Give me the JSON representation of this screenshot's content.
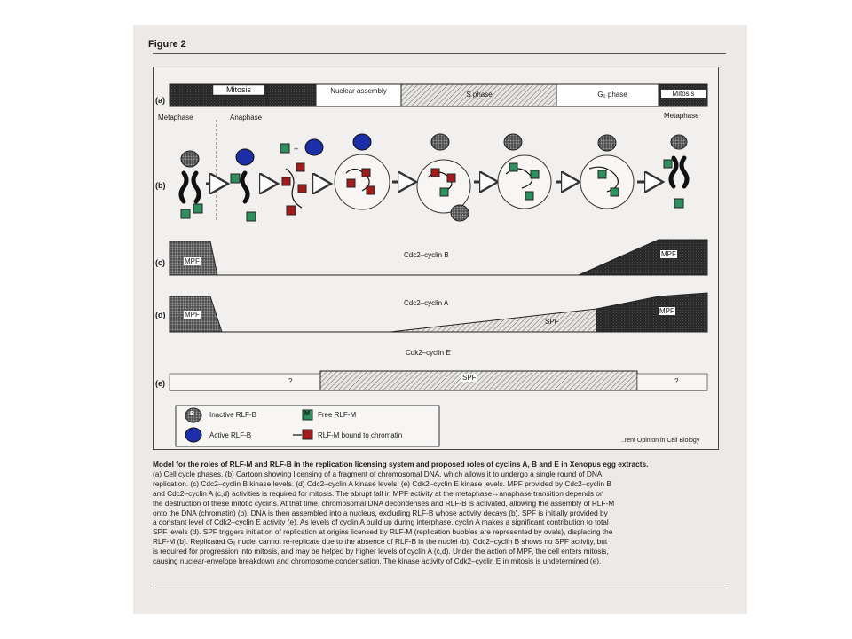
{
  "figure": {
    "title": "Figure 2",
    "credit": "..rent Opinion in Cell Biology"
  },
  "panels": {
    "a": {
      "label": "(a)",
      "phases": [
        "Mitosis",
        "Nuclear assembly",
        "S phase",
        "G₂ phase",
        "Mitosis"
      ],
      "left_stage": "Metaphase",
      "anaphase": "Anaphase",
      "right_stage": "Metaphase"
    },
    "b": {
      "label": "(b)"
    },
    "c": {
      "label": "(c)",
      "title": "Cdc2–cyclin B",
      "mpf_left": "MPF",
      "mpf_right": "MPF"
    },
    "d": {
      "label": "(d)",
      "title": "Cdc2–cyclin A",
      "mpf_left": "MPF",
      "spf": "SPF",
      "mpf_right": "MPF"
    },
    "e": {
      "label": "(e)",
      "title": "Cdk2–cyclin E",
      "unknown_left": "?",
      "spf": "SPF",
      "unknown_right": "?"
    }
  },
  "legend": {
    "inactive_rlfb": "Inactive RLF-B",
    "active_rlfb": "Active RLF-B",
    "free_rlfm": "Free RLF-M",
    "bound_rlfm": "RLF-M bound to chromatin",
    "glyph_b": "B",
    "glyph_m": "M"
  },
  "caption": {
    "lines": [
      "Model for the roles of RLF-M and RLF-B in the replication licensing system and proposed roles of cyclins A, B and E in Xenopus egg extracts.",
      "(a) Cell cycle phases. (b) Cartoon showing licensing of a fragment of chromosomal DNA, which allows it to undergo a single round of DNA",
      "replication. (c) Cdc2–cyclin B kinase levels. (d) Cdc2–cyclin A kinase levels. (e) Cdk2–cyclin E kinase levels. MPF provided by Cdc2–cyclin B",
      "and Cdc2–cyclin A (c,d) activities is required for mitosis. The abrupt fall in MPF activity at the metaphase→anaphase transition depends on",
      "the destruction of these mitotic cyclins. At that time, chromosomal DNA decondenses and RLF-B is activated, allowing the assembly of RLF-M",
      "onto the DNA (chromatin) (b). DNA is then assembled into a nucleus, excluding RLF-B whose activity decays (b). SPF is initially provided by",
      "a constant level of Cdk2–cyclin E activity (e). As levels of cyclin A build up during interphase, cyclin A makes a significant contribution to total",
      "SPF levels (d). SPF triggers initiation of replication at origins licensed by RLF-M (replication bubbles are represented by ovals), displacing the",
      "RLF-M (b). Replicated G₂ nuclei cannot re-replicate due to the absence of RLF-B in the nuclei (b). Cdc2–cyclin B shows no SPF activity, but",
      "is required for progression into mitosis, and may be helped by higher levels of cyclin A (c,d). Under the action of MPF, the cell enters mitosis,",
      "causing nuclear-envelope breakdown and chromosome condensation. The kinase activity of Cdk2–cyclin E in mitosis is undetermined (e)."
    ]
  },
  "colors": {
    "dark": "#2a2a2a",
    "stipple": "#555555",
    "hatch": "#9a9a9a",
    "green": "#2f8f5f",
    "red": "#a11d1d",
    "blue": "#1d2fa8"
  }
}
